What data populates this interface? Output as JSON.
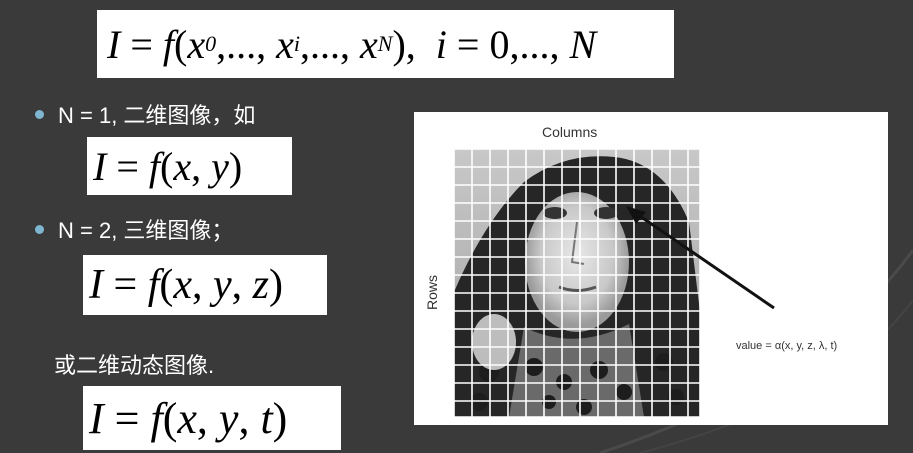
{
  "bullets": [
    {
      "text": "N = 1, 二维图像，如"
    },
    {
      "text": "N = 2, 三维图像；"
    }
  ],
  "dynamic_text": "或二维动态图像.",
  "figure": {
    "columns_label": "Columns",
    "rows_label": "Rows",
    "value_label": "value = α(x, y, z, λ, t)"
  },
  "colors": {
    "background": "#3a3a3a",
    "bullet": "#7fb6cf",
    "text": "#ffffff"
  }
}
